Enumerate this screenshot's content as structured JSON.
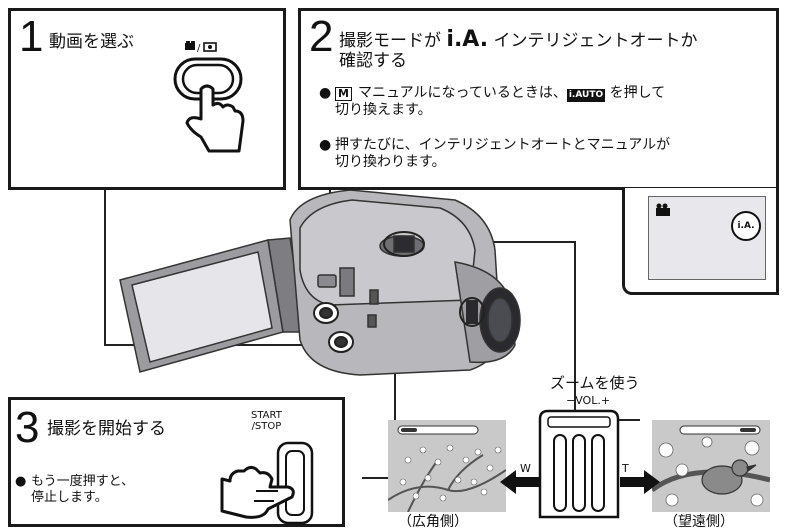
{
  "step1": {
    "number": "1",
    "title": "動画を選ぶ",
    "icon_label": "video/still"
  },
  "step2": {
    "number": "2",
    "title_line1_a": "撮影モードが ",
    "title_line1_ia": "i.A.",
    "title_line1_b": " インテリジェントオートか",
    "title_line2": "確認する",
    "bullet1_line1_a": "マニュアルになっているときは、",
    "bullet1_badge": "i.AUTO",
    "bullet1_line1_b": " を押して",
    "bullet1_line2": "切り換えます。",
    "bullet2_line1": "押すたびに、インテリジェントオートとマニュアルが",
    "bullet2_line2": "切り換わります。",
    "manual_badge": "M",
    "screen_badge": "i.A."
  },
  "step3": {
    "number": "3",
    "title": "撮影を開始する",
    "button_label_line1": "START",
    "button_label_line2": "/STOP",
    "bullet_line1": "もう一度押すと、",
    "bullet_line2": "停止します。"
  },
  "zoom": {
    "title": "ズームを使う",
    "vol_label": "−VOL.+",
    "w_label": "W",
    "t_label": "T",
    "wide_caption": "（広角側）",
    "tele_caption": "（望遠側）"
  },
  "bullet_glyph": "●"
}
